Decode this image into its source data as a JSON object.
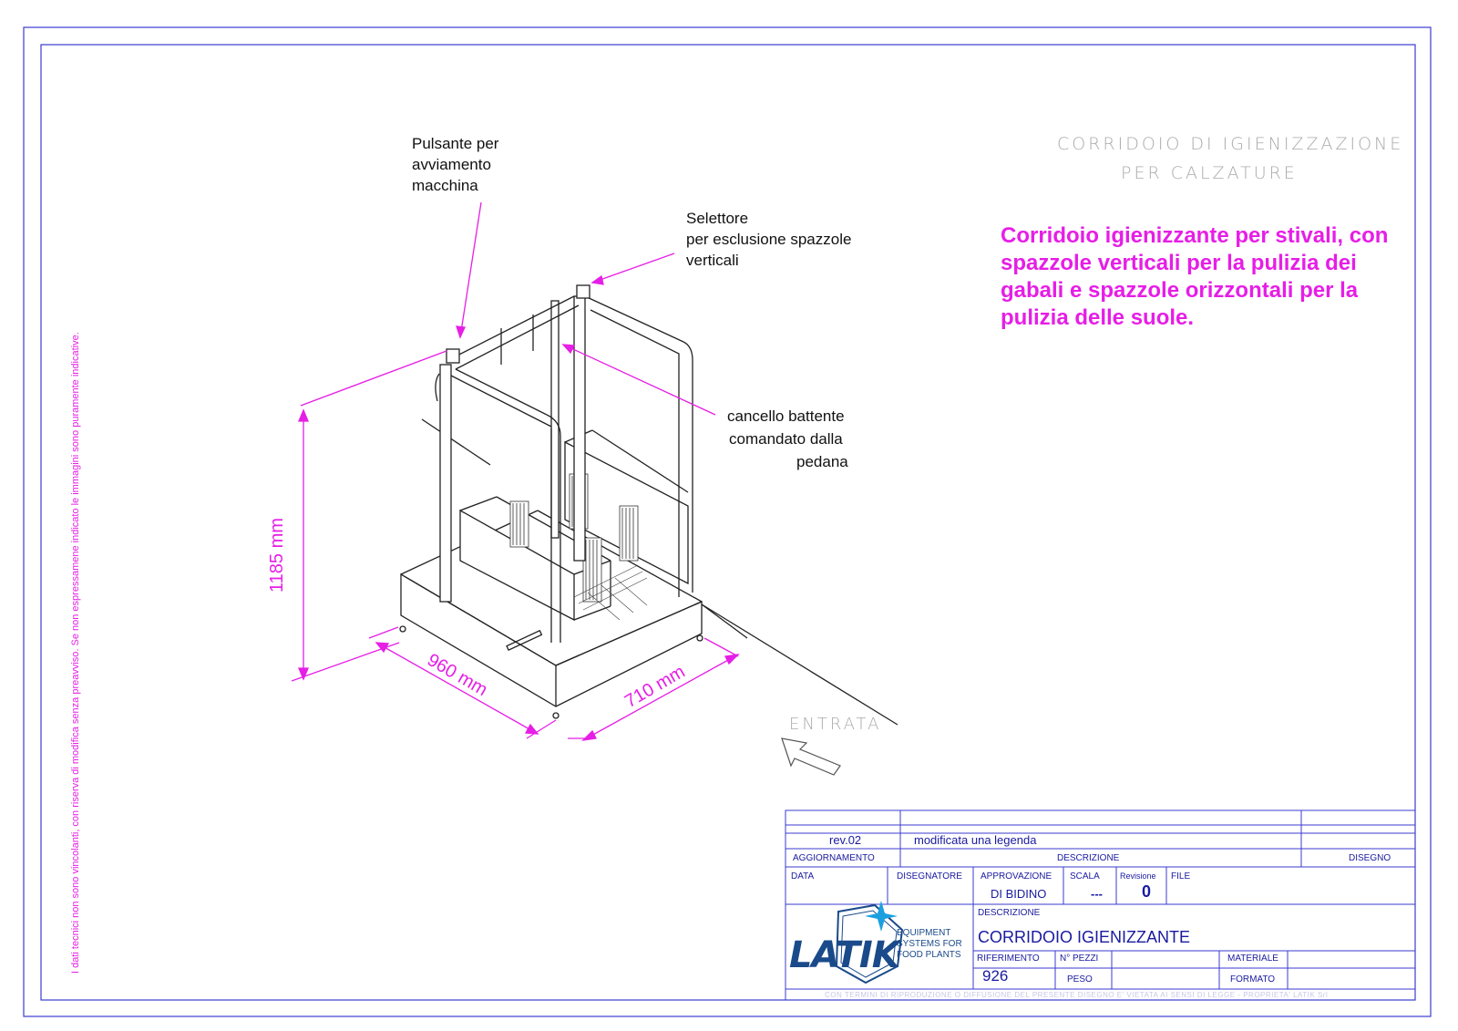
{
  "title_block_header": {
    "line1": "CORRIDOIO DI IGIENIZZAZIONE",
    "line2": "PER CALZATURE"
  },
  "description_text": [
    "Corridoio igienizzante per stivali, con",
    "spazzole verticali per la pulizia dei",
    "gabali e spazzole orizzontali per la",
    "pulizia delle suole."
  ],
  "callouts": {
    "start_button": [
      "Pulsante per",
      "avviamento",
      "macchina"
    ],
    "selector": [
      "Selettore",
      "per esclusione spazzole",
      "verticali"
    ],
    "gate": [
      "cancello battente",
      "comandato dalla",
      "pedana"
    ]
  },
  "dimensions": {
    "height": "1185 mm",
    "length": "960 mm",
    "width": "710 mm"
  },
  "entrance_label": "ENTRATA",
  "side_note": "I dati tecnici non sono vincolanti, con riserva di modifica senza preavviso. Se non espressamene indicato le immagini sono puramente indicative.",
  "title_block": {
    "rev": "rev.02",
    "rev_desc": "modificata una legenda",
    "h_aggiornamento": "AGGIORNAMENTO",
    "h_descrizione": "DESCRIZIONE",
    "h_disegno": "DISEGNO",
    "h_data": "DATA",
    "h_disegnatore": "DISEGNATORE",
    "h_approvazione": "APPROVAZIONE",
    "approvazione": "DI BIDINO",
    "h_scala": "SCALA",
    "scala": "---",
    "h_revisione": "Revisione",
    "revisione": "0",
    "h_file": "FILE",
    "h_descrizione2": "DESCRIZIONE",
    "descrizione": "CORRIDOIO IGIENIZZANTE",
    "h_riferimento": "RIFERIMENTO",
    "riferimento": "926",
    "h_npezzi": "N° PEZZI",
    "h_materiale": "MATERIALE",
    "h_peso": "PESO",
    "h_formato": "FORMATO",
    "logo_text": "LATIK",
    "logo_tag": [
      "EQUIPMENT",
      "SYSTEMS FOR",
      "FOOD PLANTS"
    ],
    "footer_note": "CON TERMINI DI RIPRODUZIONE O DIFFUSIONE DEL PRESENTE DISEGNO E' VIETATA AI SENSI DI LEGGE - PROPRIETA' LATIK Srl"
  },
  "colors": {
    "frame": "#3b3bd0",
    "annotation": "#e61ee6",
    "title_block": "#1a1aa0"
  }
}
